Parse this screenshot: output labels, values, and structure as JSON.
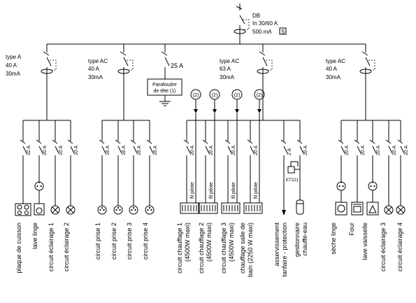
{
  "main_breaker": {
    "name": "DB",
    "rating": "In 30/60 A",
    "sensitivity": "500 mA",
    "class_badge": "S"
  },
  "rcds": [
    {
      "type": "type A",
      "rating": "40 A",
      "sensitivity": "30mA"
    },
    {
      "type": "type AC",
      "rating": "40 A",
      "sensitivity": "30mA"
    },
    {
      "type": "type AC",
      "rating": "63 A",
      "sensitivity": "30mA"
    },
    {
      "type": "type AC",
      "rating": "40 A",
      "sensitivity": "30mA"
    }
  ],
  "surge": {
    "rating": "25 A",
    "label_line1": "Parafoudre",
    "label_line2": "de tête (1)"
  },
  "marker": "(2)",
  "pilot_label": "fil pilote",
  "relay_label": "ET221",
  "circuits": [
    {
      "rating": "32 A",
      "label": "plaque de cuisson",
      "label2": ""
    },
    {
      "rating": "20 A",
      "label": "lave linge",
      "label2": ""
    },
    {
      "rating": "10 A",
      "label": "circuit éclairage 1",
      "label2": ""
    },
    {
      "rating": "10 A",
      "label": "circuit éclairage 2",
      "label2": ""
    },
    {
      "rating": "16 A",
      "label": "circuit prise 1",
      "label2": ""
    },
    {
      "rating": "16 A",
      "label": "circuit prise 2",
      "label2": ""
    },
    {
      "rating": "16 A",
      "label": "circuit prise 3",
      "label2": ""
    },
    {
      "rating": "16 A",
      "label": "circuit prise 4",
      "label2": ""
    },
    {
      "rating": "20 A",
      "label": "circuit chauffage 1",
      "label2": "(4500W maxi)"
    },
    {
      "rating": "20 A",
      "label": "circuit chauffage 2",
      "label2": "(4500W maxi)"
    },
    {
      "rating": "20 A",
      "label": "circuit chauffage 3",
      "label2": "(4500W maxi)"
    },
    {
      "rating": "20 A",
      "label": "chauffage salle de",
      "label2": "bain (2250 W maxi)"
    },
    {
      "rating": "2 A",
      "label": "asservissement",
      "label2": "tarifaire - protection"
    },
    {
      "rating": "20 A",
      "label": "gestionnaire",
      "label2": "chauffe-eau"
    },
    {
      "rating": "20 A",
      "label": "sèche linge",
      "label2": ""
    },
    {
      "rating": "20 A",
      "label": "Four",
      "label2": ""
    },
    {
      "rating": "20 A",
      "label": "lave vaisselle",
      "label2": ""
    },
    {
      "rating": "10 A",
      "label": "circuit éclairage 3",
      "label2": ""
    },
    {
      "rating": "10 A",
      "label": "circuit éclairage 4",
      "label2": ""
    }
  ]
}
